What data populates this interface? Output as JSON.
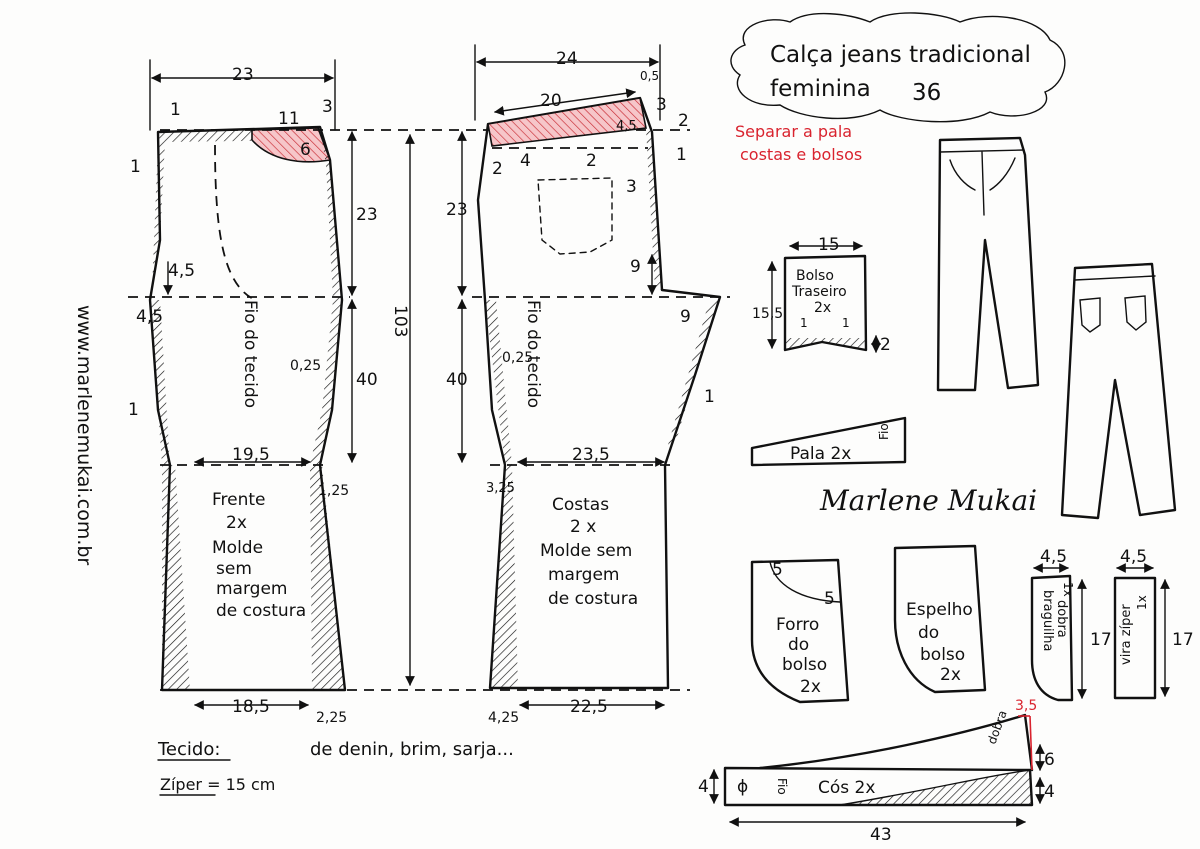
{
  "title": {
    "line1": "Calça jeans tradicional",
    "line2": "feminina",
    "size": "36"
  },
  "note": {
    "line1": "Separar a pala",
    "line2": "costas e bolsos"
  },
  "website": "www.marlenemukai.com.br",
  "signature": "Marlene Mukai",
  "front": {
    "label": [
      "Frente",
      "2x",
      "Molde",
      "sem",
      "margem",
      "de costura"
    ],
    "grain": "Fio do tecido",
    "dims": {
      "top": "23",
      "pocket_w": "11",
      "pocket_d": "6",
      "a1": "1",
      "a3": "3",
      "left1": "1",
      "crotch": "4,5",
      "crotch2": "4,5",
      "knee_side": "1",
      "hip": "23",
      "knee_len": "40",
      "knee_w": "19,5",
      "dart": "0,25",
      "side_in": "1,25",
      "hem": "18,5",
      "hem_side": "2,25"
    }
  },
  "total_length": "103",
  "back": {
    "label": [
      "Costas",
      "2 x",
      "Molde sem",
      "margem",
      "de costura"
    ],
    "grain": "Fio do tecido",
    "dims": {
      "top": "24",
      "yoke_w": "20",
      "a05": "0,5",
      "a3": "3",
      "a45": "4,5",
      "a2": "2",
      "a1": "1",
      "b2": "2",
      "b4": "4",
      "b2b": "2",
      "b3": "3",
      "hip": "23",
      "crotch": "9",
      "crotch_out": "9",
      "knee_len": "40",
      "dart": "0,25",
      "knee_w": "23,5",
      "side": "3,25",
      "knee_side": "1",
      "hem": "22,5",
      "hem_side": "4,25"
    }
  },
  "pieces": {
    "pocket": {
      "label": [
        "Bolso",
        "Traseiro",
        "2x"
      ],
      "w": "15",
      "h": "15,5",
      "b2": "2",
      "c1": "1",
      "c2": "1"
    },
    "yoke": {
      "label": "Pala 2x",
      "grain": "Fio"
    },
    "lining": {
      "label": [
        "Forro",
        "do",
        "bolso",
        "2x"
      ],
      "a": "5",
      "b": "5"
    },
    "facing": {
      "label": [
        "Espelho",
        "do",
        "bolso",
        "2x"
      ]
    },
    "fly": {
      "label": [
        "braguilha",
        "dobra",
        "1x"
      ],
      "w": "4,5",
      "h": "17"
    },
    "zip": {
      "label": [
        "vira zíper",
        "1x"
      ],
      "w": "4,5",
      "h": "17"
    },
    "waistband": {
      "label": "Cós 2x",
      "grain": "Fio",
      "w": "43",
      "h": "4",
      "fold": "dobra",
      "r": "3,5",
      "e6": "6",
      "e4": "4"
    }
  },
  "fabric": {
    "label": "Tecido:",
    "text": "de denin, brim, sarja...",
    "zip": "Zíper = 15 cm"
  }
}
